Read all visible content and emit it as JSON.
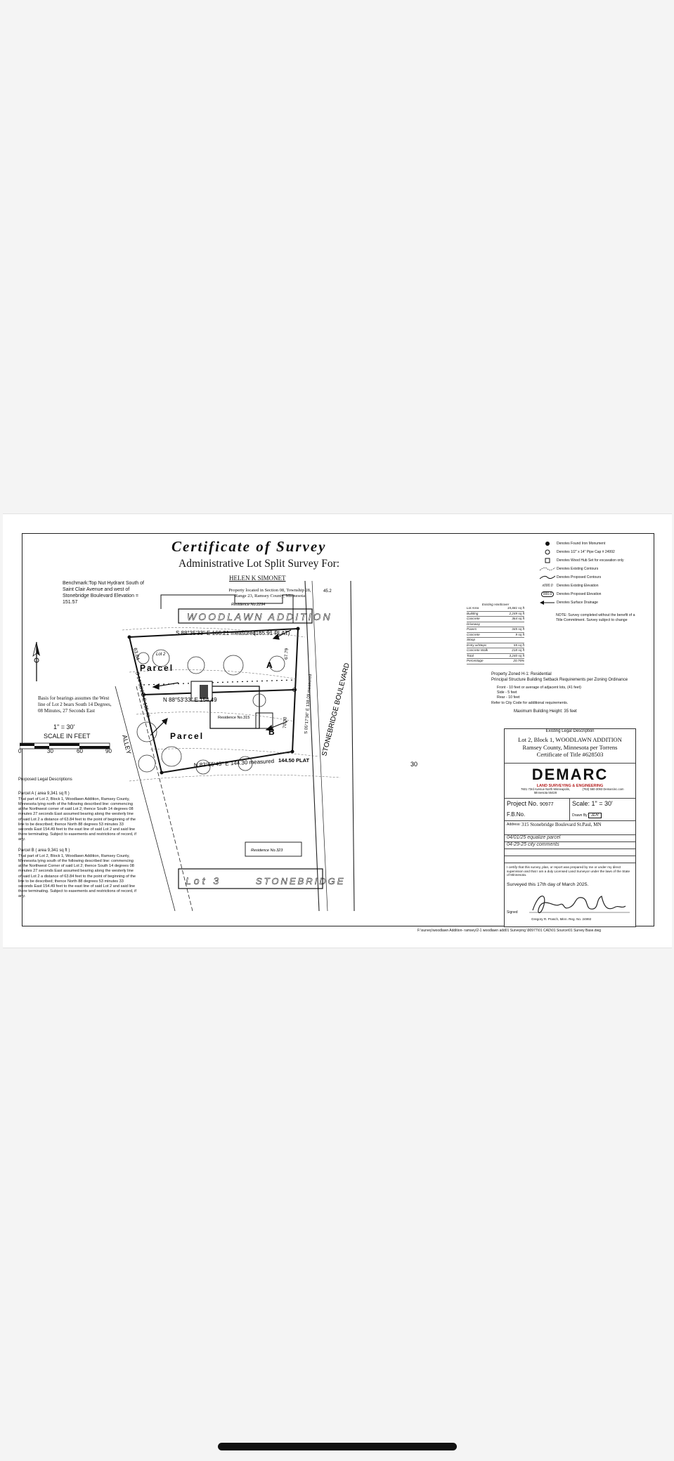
{
  "survey": {
    "title": "Certificate of Survey",
    "subtitle": "Administrative Lot Split Survey For:",
    "client": "HELEN K SIMONET",
    "location_note": "Property located in Section 08, Township 28, Range 23, Ramsey County, Minnesota",
    "benchmark": "Benchmark:Top Nut Hydrant South of Saint Clair Avenue and west of Stonebridge Boulevard Elevation = 151.57",
    "bearing_basis": "Basis for bearings assumes the West line of Lot 2 bears South 14 Degrees, 08 Minutes, 27 Seconds East",
    "scale_ratio": "1\" = 30'",
    "scale_label": "SCALE IN FEET",
    "scale_ticks": [
      "0",
      "30",
      "60",
      "90"
    ],
    "footer_path": "F:\\survey\\woodlawn Addition- ramsey\\2-1 woodlawn add01 Surveying \\90977\\01 CAD\\01 Source\\01 Survey Base.dwg"
  },
  "legend": [
    {
      "icon": "found-monument-icon",
      "text": "Denotes Found Iron Monument"
    },
    {
      "icon": "pipe-cap-icon",
      "text": "Denotes 1/2\" x 14\" Pipe Cap # 24992"
    },
    {
      "icon": "wood-hub-icon",
      "text": "Denotes Wood Hub Set for excavation only"
    },
    {
      "icon": "existing-contours-icon",
      "text": "Denotes Existing Contours"
    },
    {
      "icon": "proposed-contours-icon",
      "text": "Denotes Proposed Contours"
    },
    {
      "icon": "existing-elevation-icon",
      "text": "Denotes Existing Elevation"
    },
    {
      "icon": "proposed-elevation-icon",
      "text": "Denotes Proposed Elevation"
    },
    {
      "icon": "surface-drainage-icon",
      "text": "Denotes Surface Drainage"
    }
  ],
  "legend_samples": {
    "existing_elev": "x000.0",
    "proposed_elev": "000.0"
  },
  "note": "NOTE: Survey completed without the benefit of a Title Commitment. Survey subject to change",
  "zoning": {
    "zoned": "Property Zoned H-1: Residential",
    "setback_title": "Principal Structure Building Setback Requirements per Zoning Ordinance",
    "front": "Front - 10 feet or average of adjacent lots, (41 feet)",
    "side": "Side - 5 feet",
    "rear": "Rear - 10 feet",
    "refer": "Refer to City Code for additional requirements.",
    "height": "Maximum Building Height: 35 feet"
  },
  "coverage_title": "Existing Hardcover",
  "coverage": [
    {
      "label": "Lot Area",
      "value": "15,681 sq ft"
    },
    {
      "label": "Building",
      "value": "2,249 sq ft"
    },
    {
      "label": "Concrete",
      "value": "364 sq ft"
    },
    {
      "label": "Driveway",
      "value": ""
    },
    {
      "label": "Pavers",
      "value": "345 sq ft"
    },
    {
      "label": "Concrete",
      "value": "9 sq ft"
    },
    {
      "label": "Stoop",
      "value": ""
    },
    {
      "label": "Entry w/Steps",
      "value": "55 sq ft"
    },
    {
      "label": "Concrete Walk",
      "value": "218 sq ft"
    },
    {
      "label": "Total",
      "value": "3,240 sq ft"
    },
    {
      "label": "Percentage",
      "value": "20.76%"
    }
  ],
  "legal": {
    "heading": "Proposed Legal Descriptions",
    "parcel_a_title": "Parcel A ( area 9,341 sq ft )",
    "parcel_a": "That part of Lot 2, Block 1, Woodlawn Addition, Ramsey County, Minnesota lying north of the following described line: commencing at the Northwest corner of said Lot 2; thence South 14 degrees 08 minutes 27 seconds East assumed bearing along the westerly line of said Lot 2 a distance of 63.84 feet to the point of beginning of the line to be described; thence North 88 degrees 53 minutes 33 seconds East 154.49 feet to the east line of said Lot 2 and said line there terminating. Subject to easements and restrictions of record, if any.",
    "parcel_b_title": "Parcel B ( area 9,341 sq ft )",
    "parcel_b": "That part of Lot 2, Block 1, Woodlawn Addition, Ramsey County, Minnesota lying south of the following described line: commencing at the Northwest Corner of said Lot 2; thence South 14 degrees 08 minutes 27 seconds East assumed bearing along the westerly line of said Lot 2 a distance of 63.84 feet to the point of beginning of the line to be described; thence North 88 degrees 53 minutes 33 seconds East 154.49 feet to the east line of said Lot 2 and said line there terminating. Subject to easements and restrictions of record, if any."
  },
  "title_block": {
    "existing_legal_heading": "Existing Legal Description",
    "existing_legal": "Lot 2, Block 1, WOODLAWN ADDITION Ramsey County, Minnesota per Torrens Certificate of Title #628503",
    "company": "DEMARC",
    "company_sub": "LAND SURVEYING & ENGINEERING",
    "address_line": "7601 73rd Avenue North Minneapolis, Minnesota 55428",
    "phone": "(763) 560-3093 Demarcinc.com",
    "project_label": "Project No.",
    "project_no": "90977",
    "scale_label": "Scale:",
    "scale_value": "1\" = 30'",
    "fb_label": "F.B.No.",
    "drawn_label": "Drawn By",
    "drawn_value": "JLR",
    "address_label": "Address:",
    "address": "315 Stonebridge Boulevard St.Paul, MN",
    "revision_1": "04/01/25 equalize parcel",
    "revision_2": "04-29-25 city comments",
    "certification": "I certify that this survey, plan, or report was prepared by me or under my direct supervision and that I am a duly Licensed Land Surveyor under the laws of the State of Minnesota.",
    "surveyed_date": "Surveyed this 17th day of March 2025.",
    "signed_label": "Signed",
    "surveyor": "Gregory R. Prasch, Minn. Reg. No. 24992"
  },
  "plan_labels": {
    "parcel_a_word": "Parcel",
    "parcel_a_letter": "A",
    "parcel_b_word": "Parcel",
    "parcel_b_letter": "B",
    "north_line": "S 88°35'33\" E 166.21 measured",
    "north_plat": "(165.91 PLAT)",
    "split_line": "N 88°53'33\" E 154.49",
    "south_line": "N 82°55'43\" E 144.30 measured",
    "south_plat": "144.50 PLAT",
    "west_line": "S 14°08'27\" E 135.40",
    "west_seg": "63.84",
    "alley": "ALLEY",
    "street": "STONEBRIDGE BOULEVARD",
    "residence_num": "Residence No.315",
    "residence_north": "Residence No.2294",
    "residence_south": "Residence No.323",
    "lot_text": "Lot 2",
    "block_text": "Lot 3",
    "addition_top": "WOODLAWN ADDITION",
    "addition_bottom": "STONEBRIDGE",
    "dim_45": "45.2",
    "east_seg1": "67.79",
    "east_seg2": "70.30",
    "east_measured": "S 05°17'36\" E 138.09 measured",
    "contour_30": "30"
  }
}
